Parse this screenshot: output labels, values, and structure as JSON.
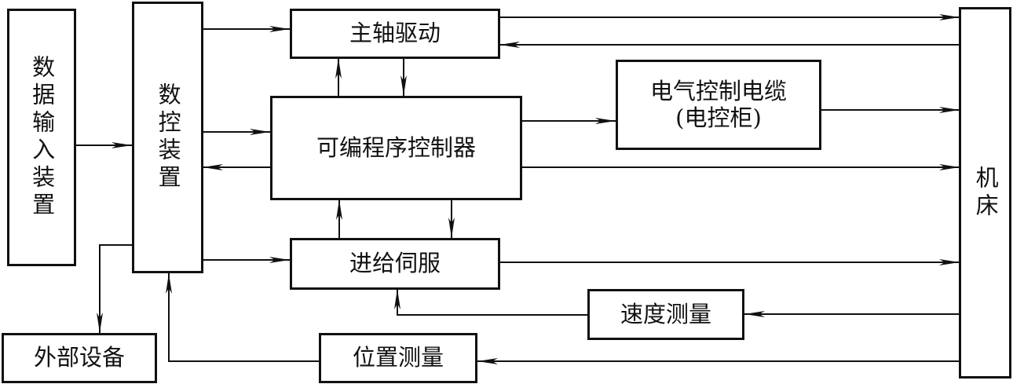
{
  "nodes": {
    "data_input": "数据输入装置",
    "cnc": "数控装置",
    "spindle": "主轴驱动",
    "plc": "可编程序控制器",
    "electrical_line1": "电气控制电缆",
    "electrical_line2": "(电控柜)",
    "feed_servo": "进给伺服",
    "speed_measure": "速度测量",
    "position_measure": "位置测量",
    "external": "外部设备",
    "machine": "机床"
  },
  "colors": {
    "stroke": "#111111",
    "background": "#ffffff"
  }
}
